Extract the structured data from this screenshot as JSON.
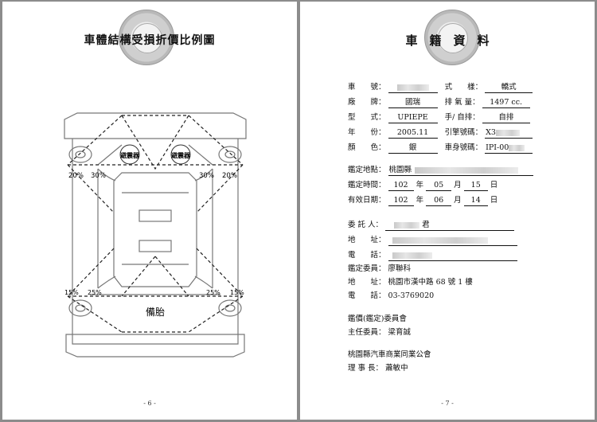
{
  "left_page": {
    "title": "車體結構受損折價比例圖",
    "page_number": "- 6 -",
    "diagram_labels": {
      "pct_20_left": "20%",
      "pct_30_left": "30%",
      "pct_30_right": "30%",
      "pct_20_right": "20%",
      "pct_15_left": "15%",
      "pct_25_left": "25%",
      "pct_25_right": "25%",
      "pct_15_right": "15%",
      "shock_left": "避震器",
      "shock_right": "避震器",
      "spare_tire": "備胎"
    }
  },
  "right_page": {
    "title": "車　籍　資　料",
    "page_number": "- 7 -",
    "plate_label": "車　　號：",
    "style_label": "式　　樣：",
    "style_value": "轎式",
    "brand_label": "廠　　牌：",
    "brand_value": "國瑞",
    "displacement_label": "排 氣 量：",
    "displacement_value": "1497 cc.",
    "model_label": "型　　式：",
    "model_value": "UPIEPE",
    "trans_label": "手/ 自排：",
    "trans_value": "自排",
    "year_label": "年　　份：",
    "year_value": "2005.11",
    "engine_label": "引擎號碼：",
    "engine_value": "X3",
    "color_label": "顏　　色：",
    "color_value": "銀",
    "body_label": "車身號碼：",
    "body_value": "IPI-00",
    "location_label": "鑑定地點：",
    "location_value": "桃園縣",
    "appraisal_time_label": "鑑定時間：",
    "appraisal_year": "102",
    "appraisal_month": "05",
    "appraisal_day": "15",
    "valid_label": "有效日期：",
    "valid_year": "102",
    "valid_month": "06",
    "valid_day": "14",
    "unit_year": "年",
    "unit_month": "月",
    "unit_day": "日",
    "client_label": "委 託 人：",
    "client_suffix": "君",
    "address_label": "地　　址：",
    "phone_label": "電　　話：",
    "appraiser_label": "鑑定委員：",
    "appraiser_value": "廖聯科",
    "office_address_label": "地　　址：",
    "office_address_value": "桃園市漢中路 68 號 1 樓",
    "office_phone_label": "電　　話：",
    "office_phone_value": "03-3769020",
    "committee": "鑑價(鑑定)委員會",
    "chair_label": "主任委員：",
    "chair_value": "梁育誠",
    "association": "桃園縣汽車商業同業公會",
    "director_label": "理 事 長：",
    "director_value": "蕭敏中"
  }
}
